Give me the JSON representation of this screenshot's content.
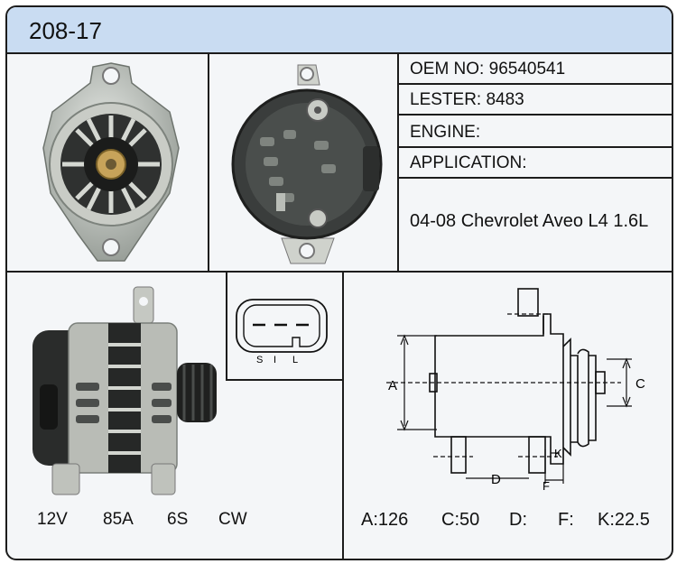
{
  "model": "208-17",
  "info": {
    "oem_label": "OEM NO:",
    "oem_value": "96540541",
    "lester_label": "LESTER:",
    "lester_value": "8483",
    "engine_label": "ENGINE:",
    "application_label": "APPLICATION:",
    "application_value": "04-08 Chevrolet Aveo L4 1.6L"
  },
  "specs": {
    "voltage": "12V",
    "current": "85A",
    "pulley": "6S",
    "rotation": "CW"
  },
  "plug": {
    "pins": [
      "S",
      "I",
      "L"
    ]
  },
  "dimensions": {
    "labels": {
      "A": "A",
      "C": "C",
      "D": "D",
      "F": "F",
      "K": "K"
    },
    "values": {
      "A": "A:126",
      "C": "C:50",
      "D": "D:",
      "F": "F:",
      "K": "K:22.5"
    }
  },
  "colors": {
    "header": "#c9dcf2",
    "border": "#1c1c1c",
    "panel": "#f4f6f8"
  }
}
